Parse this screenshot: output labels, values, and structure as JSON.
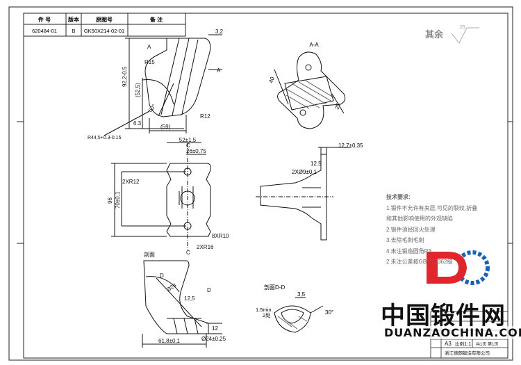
{
  "revision_table": {
    "headers": [
      "件 号",
      "版本",
      "原图号",
      "备 注"
    ],
    "row": [
      "620484-01",
      "B",
      "GK50X214-02-01",
      ""
    ]
  },
  "surface_finish": {
    "label": "其余",
    "value": "25"
  },
  "section_labels": {
    "aa": "A-A",
    "section": "剖面",
    "dd": "剖面D-D",
    "a_mark": "A",
    "c_mark": "C",
    "d_mark": "D"
  },
  "dimensions": {
    "top_view": [
      "3,2",
      "R15",
      "92,2-0.5",
      "(52,5)",
      "60°",
      "R12",
      "6.3",
      "(59)",
      "R44,5+0.3-0.15"
    ],
    "aa_view": [
      "40",
      "25"
    ],
    "front_view": [
      "52±1,5",
      "26±0,75",
      "2XR12",
      "96",
      "70±0,1",
      "8XR10",
      "2XR16"
    ],
    "side_view": [
      "12,7±0,35",
      "2XØ9±0,1",
      "12.5"
    ],
    "section_view": [
      "Ø24",
      "12,5",
      "12",
      "Ø24±0,25",
      "61,8±0,1"
    ],
    "dd_view": [
      "3,5",
      "1.5min",
      "2处",
      "30°"
    ]
  },
  "tech_requirements": {
    "title": "技术要求:",
    "items": [
      "1.锻件不允许有夹层,可见的裂纹,折叠",
      "和其他影响使用的外观缺陷",
      "2.锻件须经回火处理",
      "3.去除毛刺毛刺",
      "4.未注锻造圆角R3",
      "2.未注公差按GB/T12362级"
    ]
  },
  "title_block": {
    "format": "A3",
    "scale_label": "比例",
    "scale": "1:1",
    "sheet": "共1页 第1页",
    "company": "浙江德朗锻造有限公司"
  },
  "watermark": {
    "brand": "中国锻件网",
    "url": "DUANZAOCHINA.COM",
    "logo_color_red": "#e0262a",
    "logo_color_blue": "#1b62b5"
  }
}
